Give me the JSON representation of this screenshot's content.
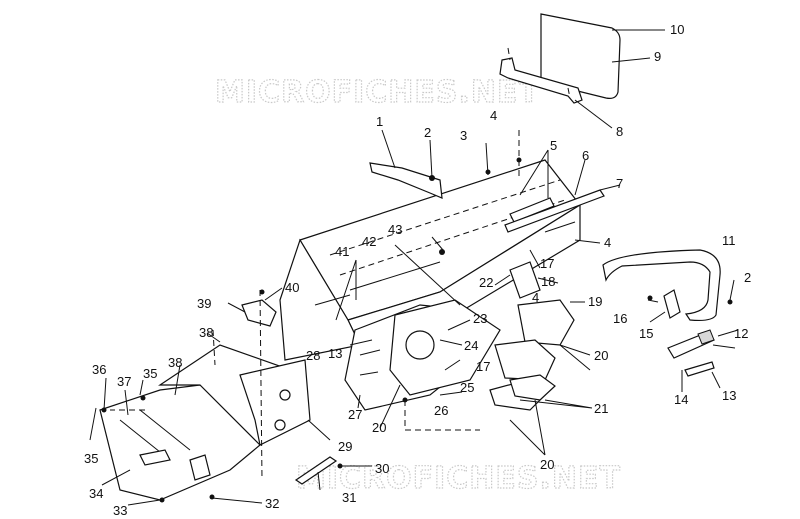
{
  "watermarks": [
    "MICROFICHES.NET",
    "MICROFICHES.NET"
  ],
  "callouts": [
    "1",
    "2",
    "3",
    "4",
    "5",
    "6",
    "7",
    "4",
    "8",
    "9",
    "10",
    "11",
    "2",
    "12",
    "13",
    "14",
    "15",
    "16",
    "17",
    "17",
    "18",
    "19",
    "20",
    "20",
    "20",
    "21",
    "22",
    "4",
    "23",
    "24",
    "25",
    "26",
    "27",
    "28",
    "13",
    "29",
    "30",
    "31",
    "32",
    "33",
    "34",
    "35",
    "35",
    "36",
    "37",
    "38",
    "38",
    "39",
    "40",
    "41",
    "42",
    "43"
  ]
}
